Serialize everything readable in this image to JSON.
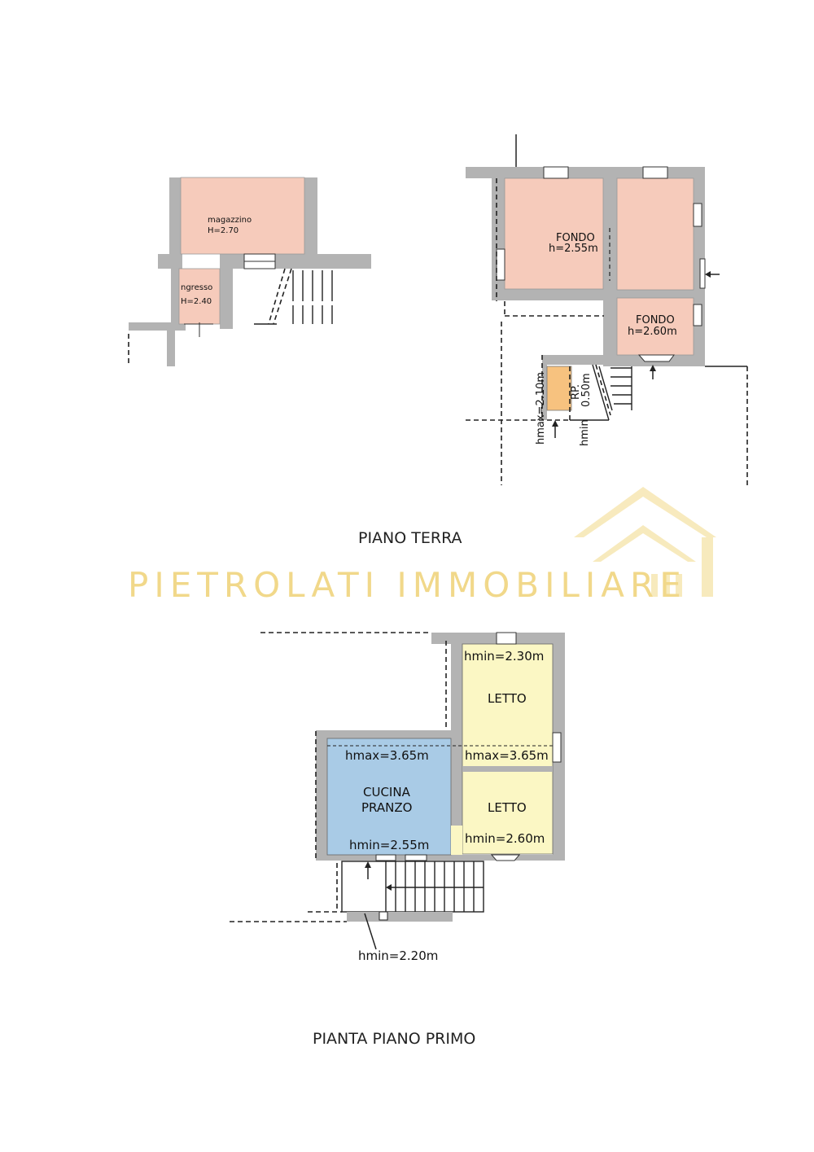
{
  "ground_floor": {
    "title": "PIANO TERRA",
    "left_block": {
      "magazzino": {
        "name": "magazzino",
        "height": "H=2.70"
      },
      "ingresso": {
        "name": "ngresso",
        "height": "H=2.40"
      }
    },
    "right_block": {
      "fondo_large": {
        "name": "FONDO",
        "height": "h=2.55m"
      },
      "fondo_small": {
        "name": "FONDO",
        "height": "h=2.60m"
      },
      "ripostiglio": {
        "name": "RP.",
        "height": "0.50m"
      },
      "hmax": "hmax=2.10m",
      "hmin": "hmin"
    }
  },
  "watermark": {
    "text": "PIETROLATI IMMOBILIARE"
  },
  "first_floor": {
    "title": "PIANTA PIANO PRIMO",
    "cucina": {
      "name_line1": "CUCINA",
      "name_line2": "PRANZO",
      "hmax": "hmax=3.65m",
      "hmin": "hmin=2.55m"
    },
    "letto_top": {
      "name": "LETTO",
      "hmin": "hmin=2.30m",
      "hmax": "hmax=3.65m"
    },
    "letto_bottom": {
      "name": "LETTO",
      "hmin": "hmin=2.60m"
    },
    "stair_hmin": "hmin=2.20m"
  },
  "colors": {
    "wall": "#b3b3b3",
    "room_pink": "#f6cbbb",
    "room_orange": "#f7c27f",
    "room_blue": "#a9cbe6",
    "room_yellow": "#fbf7c4",
    "watermark": "#f1d88a"
  }
}
